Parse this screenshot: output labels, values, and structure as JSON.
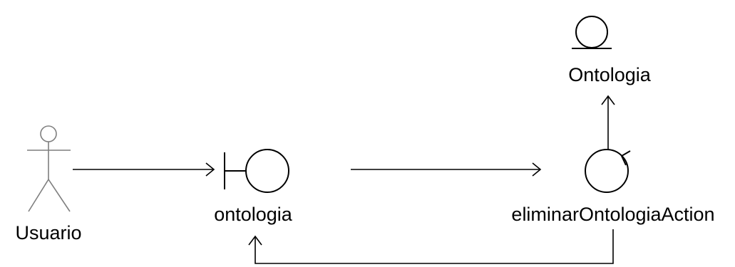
{
  "diagram": {
    "actor": {
      "label": "Usuario",
      "icon": "actor-icon"
    },
    "boundary": {
      "label": "ontologia",
      "icon": "boundary-icon"
    },
    "control": {
      "label": "eliminarOntologiaAction",
      "icon": "control-icon"
    },
    "entity": {
      "label": "Ontologia",
      "icon": "entity-icon"
    }
  },
  "colors": {
    "line": "#000000",
    "actor_stroke": "#7f7f7f",
    "background": "#ffffff"
  }
}
